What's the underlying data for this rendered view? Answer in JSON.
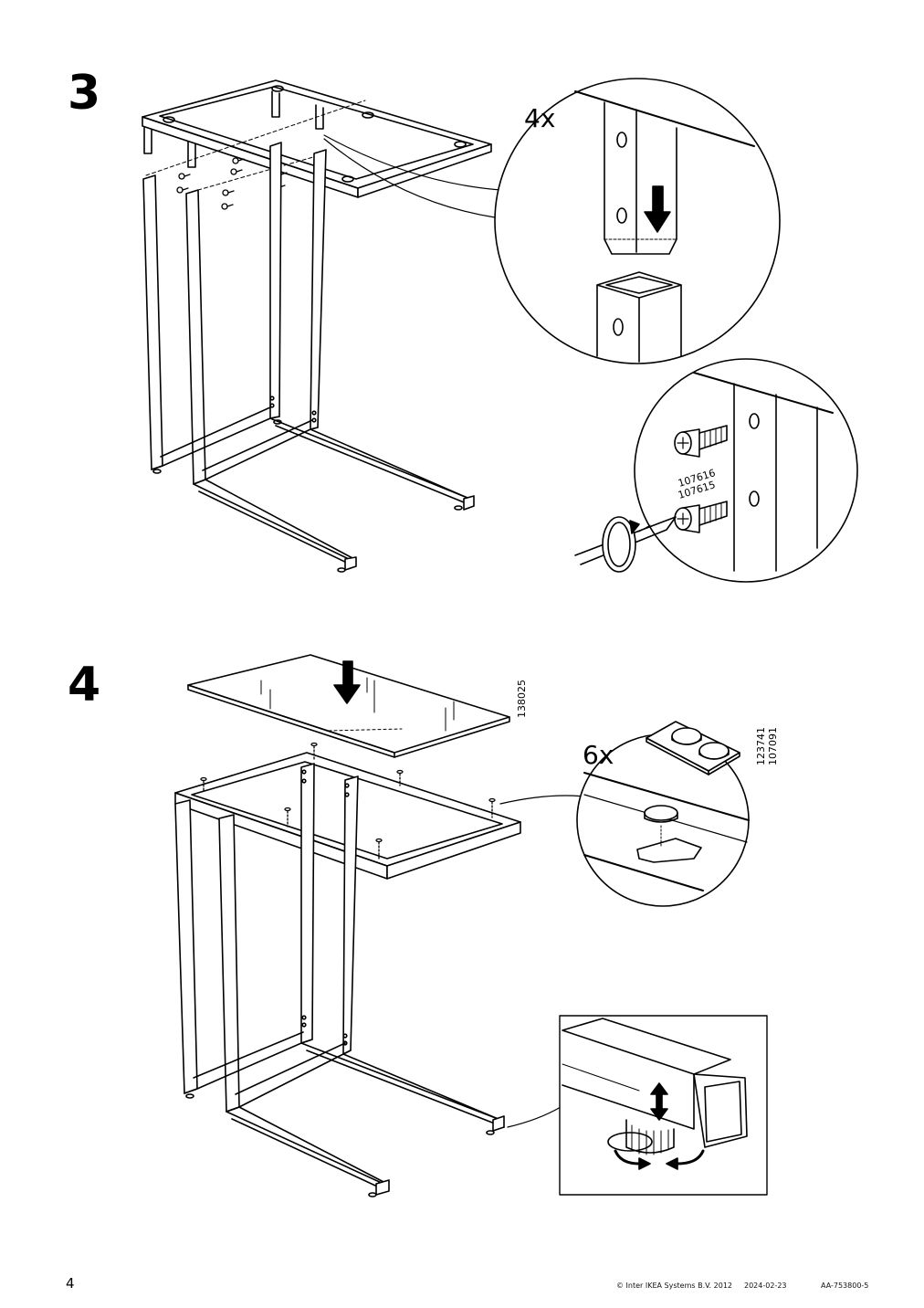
{
  "steps": {
    "step3": {
      "number": "3",
      "zoom_count": "4x",
      "part_numbers": [
        "107616",
        "107615"
      ]
    },
    "step4": {
      "number": "4",
      "glass_part": "138025",
      "pad_count": "6x",
      "pad_parts": [
        "123741",
        "107091"
      ]
    }
  },
  "footer": {
    "page_number": "4",
    "copyright": "© Inter IKEA Systems B.V. 2012",
    "date": "2024-02-23",
    "doc_code": "AA-753800-5"
  }
}
